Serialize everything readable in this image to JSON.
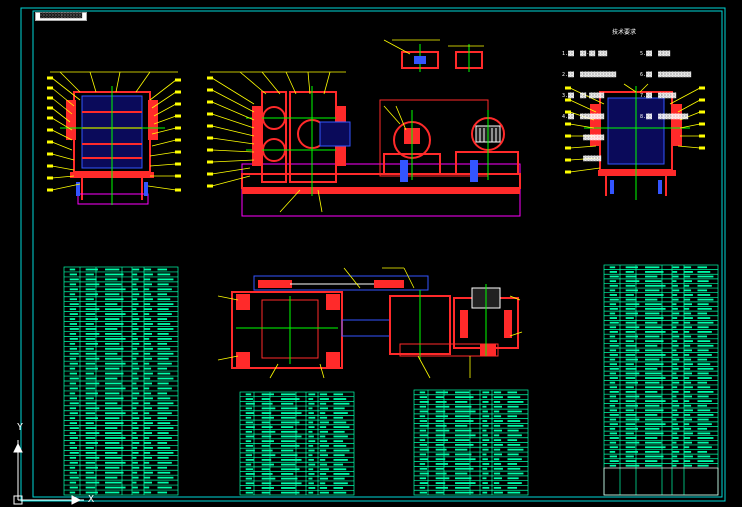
{
  "window": {
    "drawing_tag": "▓▓▓▓▓▓▓▓▓▓▓▓▓▓",
    "background_color": "#000000"
  },
  "colors": {
    "frame": "#00d7d7",
    "machine": "#ff2a2a",
    "annotation": "#ffff00",
    "table": "#00ffaa",
    "highlight": "#ff00ff",
    "accent_green": "#00ff00",
    "accent_blue": "#3355ff",
    "white": "#ffffff"
  },
  "tech_notes": {
    "title": "技术要求",
    "left_lines": [
      "1.▓▓  ▓▓-▓▓ ▓▓▓",
      "2.▓▓  ▓▓▓▓▓▓▓▓▓▓▓▓",
      "3.▓▓  ▓▓-▓▓▓▓▓",
      "4.▓▓  ▓▓▓▓▓▓▓▓",
      "       ▓▓▓▓▓▓▓",
      "       ▓▓▓▓▓▓"
    ],
    "right_lines": [
      "5.▓▓  ▓▓▓▓",
      "6.▓▓  ▓▓▓▓▓▓▓▓▓▓▓",
      "7.▓▓  ▓▓▓▓▓▓",
      "8.▓▓  ▓▓▓▓▓▓▓▓▓▓"
    ]
  },
  "ucs": {
    "y_label": "Y",
    "x_label": "X"
  },
  "views": [
    {
      "name": "left-side-view"
    },
    {
      "name": "front-view"
    },
    {
      "name": "right-side-view"
    },
    {
      "name": "plan-view"
    }
  ],
  "parts_tables": [
    {
      "name": "parts-table-left",
      "rows": 46
    },
    {
      "name": "parts-table-center-left",
      "rows": 22
    },
    {
      "name": "parts-table-center-right",
      "rows": 22
    },
    {
      "name": "parts-table-right",
      "rows": 44
    }
  ]
}
